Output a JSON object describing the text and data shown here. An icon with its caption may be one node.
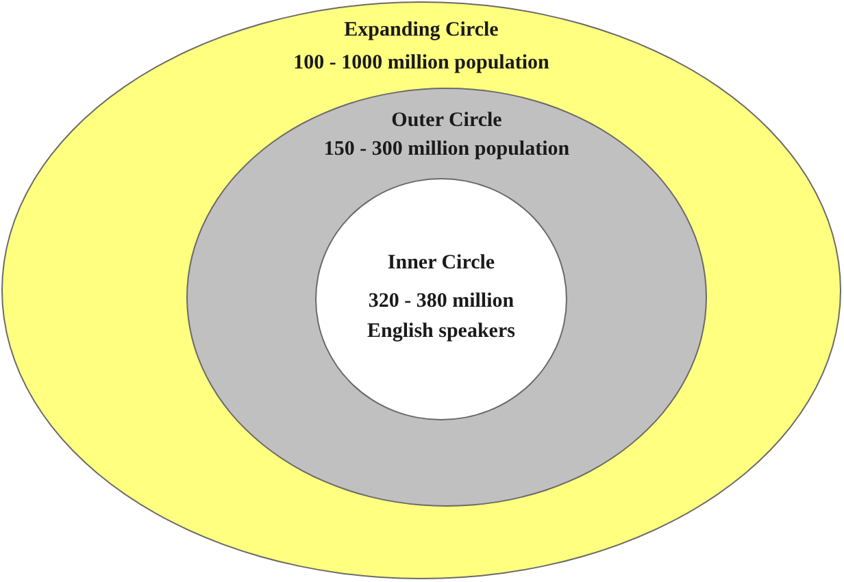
{
  "diagram": {
    "nodes": [
      {
        "text": [
          "Expanding Circle",
          "100 - 1000 million population"
        ]
      },
      {
        "text": [
          "Outer Circle",
          "150 - 300 million population"
        ],
        "in": 0
      },
      {
        "text": [
          "Inner Circle",
          "320 - 380 million English speakers"
        ],
        "in": 1
      }
    ]
  }
}
